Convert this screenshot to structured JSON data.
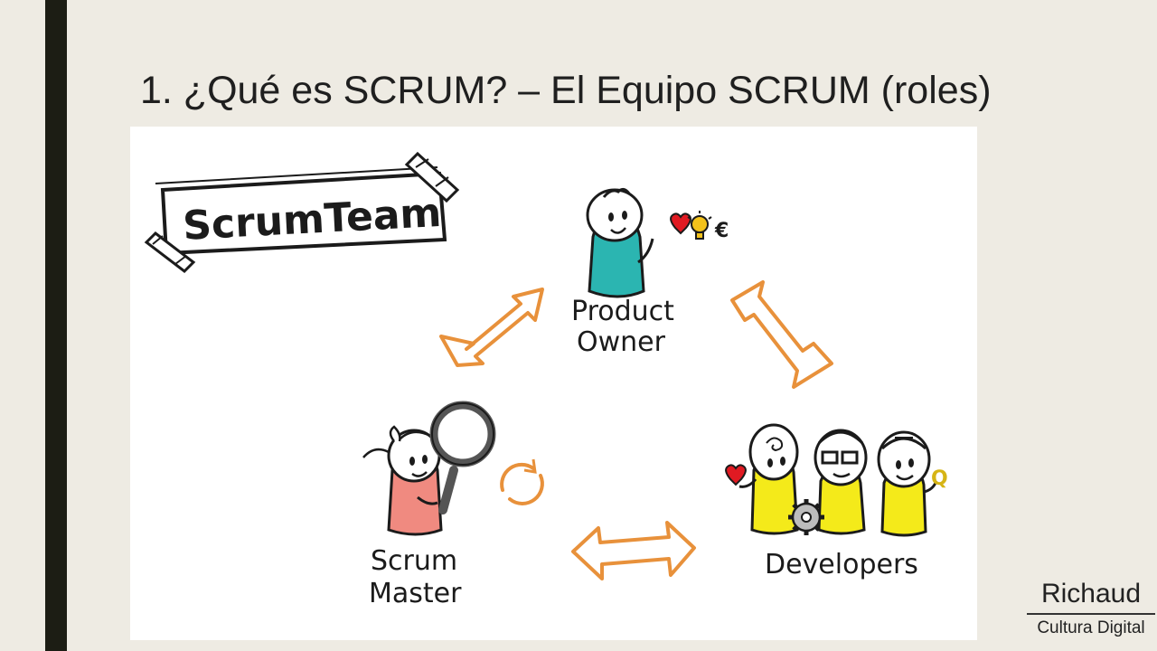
{
  "slide": {
    "title": "1. ¿Qué es SCRUM? – El Equipo SCRUM (roles)"
  },
  "diagram": {
    "banner": "ScrumTeam",
    "roles": {
      "product_owner": [
        "Product",
        "Owner"
      ],
      "scrum_master": [
        "Scrum",
        "Master"
      ],
      "developers": "Developers"
    },
    "product_owner_symbols": {
      "euro": "€"
    },
    "developer_badge": "Q"
  },
  "brand": {
    "name": "Richaud",
    "subtitle": "Cultura Digital"
  },
  "colors": {
    "accent_bar": "#1c1d14",
    "arrows": "#e8913b",
    "product_owner_body": "#2bb5b1",
    "scrum_master_body": "#f08a80",
    "developers_body": "#f4ea1a",
    "heart": "#e01a22",
    "bulb": "#f3c21b"
  }
}
